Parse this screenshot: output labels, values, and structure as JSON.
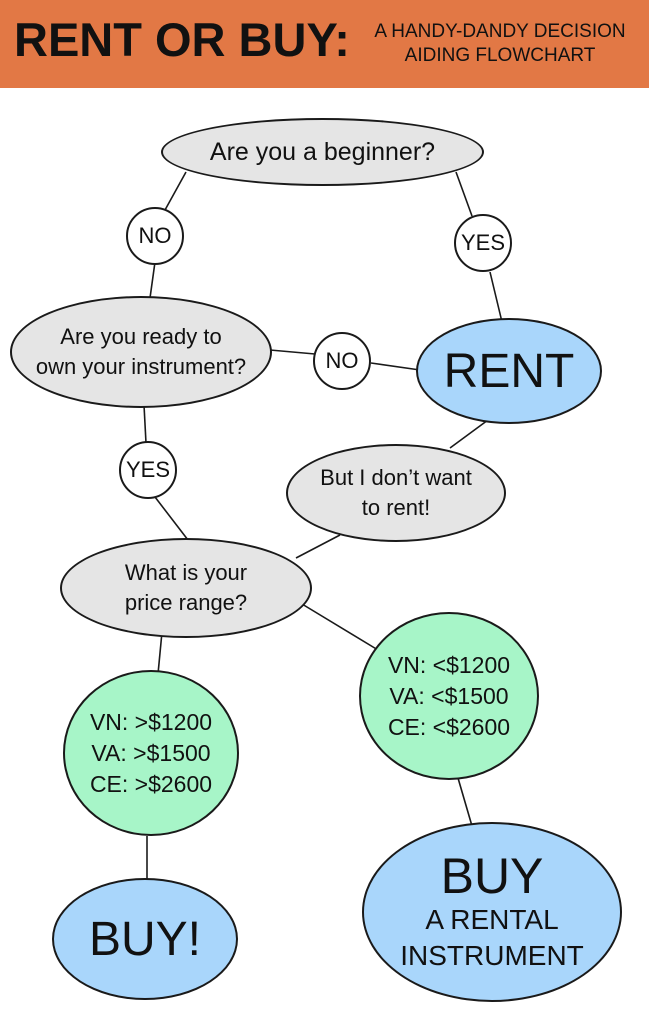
{
  "header": {
    "title": "RENT OR BUY:",
    "subtitle_line1": "A HANDY-DANDY DECISION",
    "subtitle_line2": "AIDING FLOWCHART"
  },
  "nodes": {
    "beginner": "Are you a beginner?",
    "ready_line1": "Are you ready to",
    "ready_line2": "own your instrument?",
    "rent": "RENT",
    "dont_want_line1": "But I don’t want",
    "dont_want_line2": "to rent!",
    "price_line1": "What is your",
    "price_line2": "price range?",
    "high_range": [
      "VN: >$1200",
      "VA: >$1500",
      "CE: >$2600"
    ],
    "low_range": [
      "VN: <$1200",
      "VA: <$1500",
      "CE: <$2600"
    ],
    "buy": "BUY!",
    "buy_rental_line1": "BUY",
    "buy_rental_line2": "A RENTAL",
    "buy_rental_line3": "INSTRUMENT"
  },
  "edges": {
    "no_1": "NO",
    "yes_1": "YES",
    "no_2": "NO",
    "yes_2": "YES"
  },
  "colors": {
    "banner": "#e27845",
    "question": "#e5e5e5",
    "outcome": "#a9d6fb",
    "price": "#a7f5c8"
  }
}
